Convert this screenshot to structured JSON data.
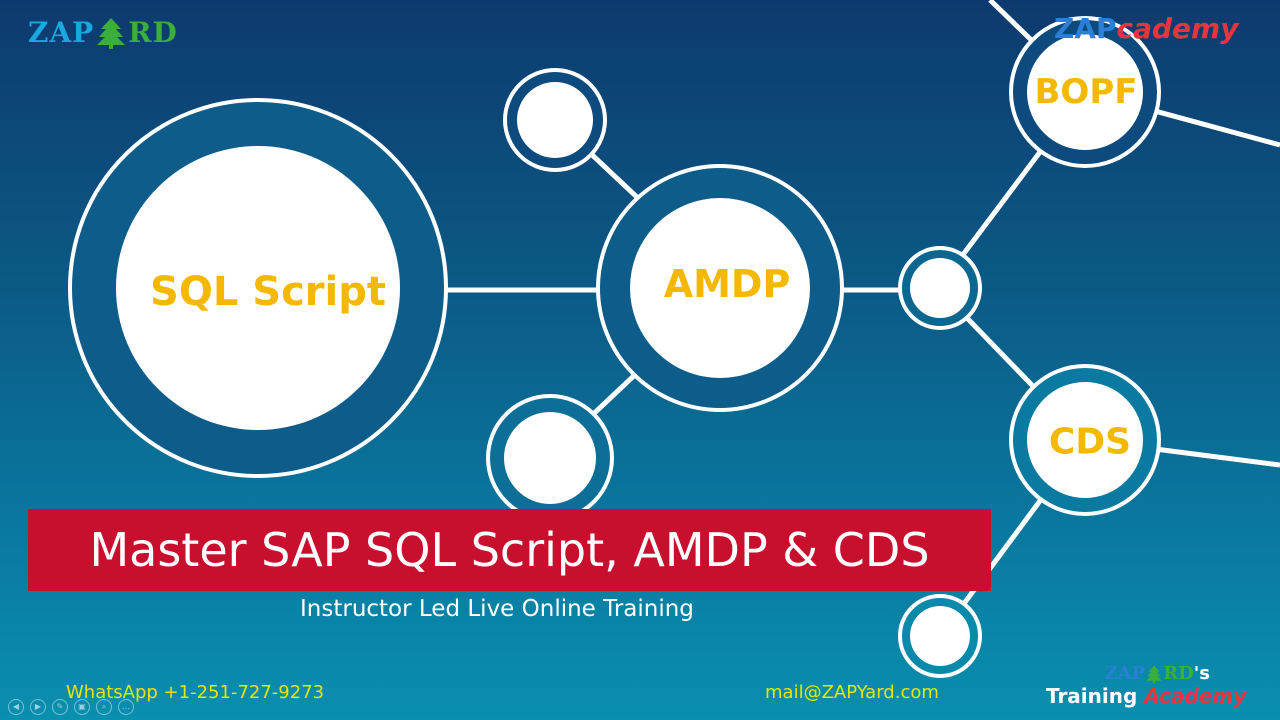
{
  "brand": {
    "logo_left_zap": "ZAP",
    "logo_left_rd": "RD",
    "logo_right_zap": "ZAP",
    "logo_right_cademy": "cademy",
    "colors": {
      "accent_yellow": "#f5b800",
      "banner_red": "#c8102e",
      "logo_blue": "#19a7e0",
      "logo_green": "#3cae3c",
      "academy_red": "#e8343e"
    }
  },
  "nodes": {
    "sql_script": "SQL Script",
    "amdp": "AMDP",
    "bopf": "BOPF",
    "cds": "CDS"
  },
  "banner": {
    "title": "Master SAP SQL Script, AMDP & CDS"
  },
  "subtitle": "Instructor Led Live Online Training",
  "contact": {
    "whatsapp": "WhatsApp +1-251-727-9273",
    "email": "mail@ZAPYard.com"
  },
  "footer_logo": {
    "zap": "ZAP",
    "rd": "RD",
    "apos": "'s",
    "training": "Training",
    "academy": "Academy"
  },
  "player_controls": [
    {
      "icon": "prev-icon",
      "glyph": "◀"
    },
    {
      "icon": "next-icon",
      "glyph": "▶"
    },
    {
      "icon": "pen-icon",
      "glyph": "✎"
    },
    {
      "icon": "slides-icon",
      "glyph": "▣"
    },
    {
      "icon": "zoom-icon",
      "glyph": "⌕"
    },
    {
      "icon": "more-icon",
      "glyph": "…"
    }
  ]
}
